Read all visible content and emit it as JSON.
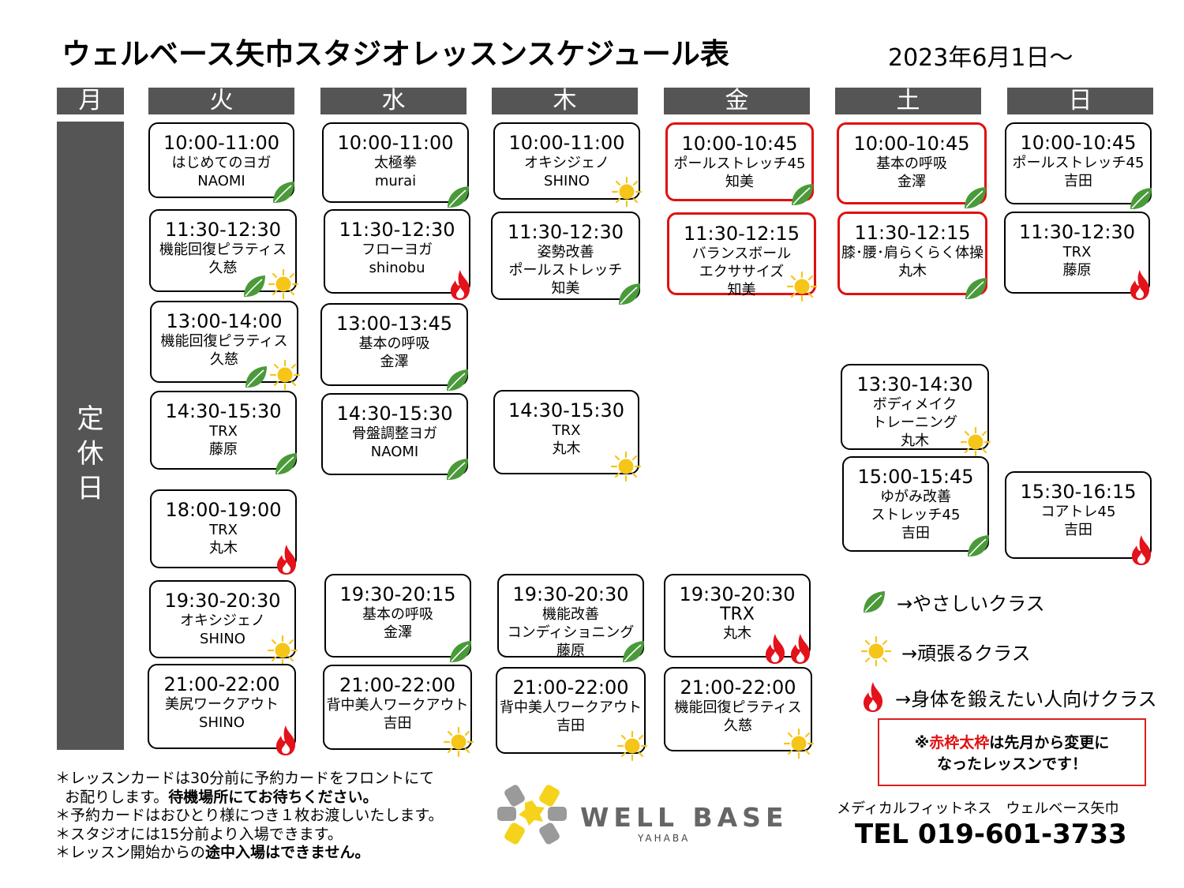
{
  "title": "ウェルベース矢巾スタジオレッスンスケジュール表",
  "date": "2023年6月1日～",
  "days": [
    "月",
    "火",
    "水",
    "木",
    "金",
    "土",
    "日"
  ],
  "closed_label": "定休日",
  "colors": {
    "day_bg": "#555555",
    "red_frame": "#e01010",
    "leaf": "#4a9a3a",
    "sun": "#f5c518",
    "flame": "#e3121b"
  },
  "cards": [
    {
      "time": "10:00-11:00",
      "lines": [
        "はじめてのヨガ",
        "NAOMI"
      ],
      "icons": [
        "leaf"
      ],
      "changed": false
    },
    {
      "time": "11:30-12:30",
      "lines": [
        "機能回復ピラティス",
        "久慈"
      ],
      "icons": [
        "leaf",
        "sun"
      ],
      "changed": false
    },
    {
      "time": "13:00-14:00",
      "lines": [
        "機能回復ピラティス",
        "久慈"
      ],
      "icons": [
        "leaf",
        "sun"
      ],
      "changed": false
    },
    {
      "time": "14:30-15:30",
      "lines": [
        "TRX",
        "藤原"
      ],
      "icons": [
        "leaf"
      ],
      "changed": false
    },
    {
      "time": "18:00-19:00",
      "lines": [
        "TRX",
        "丸木"
      ],
      "icons": [
        "flame"
      ],
      "changed": false
    },
    {
      "time": "19:30-20:30",
      "lines": [
        "オキシジェノ",
        "SHINO"
      ],
      "icons": [
        "sun"
      ],
      "changed": false
    },
    {
      "time": "21:00-22:00",
      "lines": [
        "美尻ワークアウト",
        "SHINO"
      ],
      "icons": [
        "flame"
      ],
      "changed": false
    },
    {
      "time": "10:00-11:00",
      "lines": [
        "太極拳",
        "murai"
      ],
      "icons": [
        "leaf"
      ],
      "changed": false
    },
    {
      "time": "11:30-12:30",
      "lines": [
        "フローヨガ",
        "shinobu"
      ],
      "icons": [
        "flame"
      ],
      "changed": false
    },
    {
      "time": "13:00-13:45",
      "lines": [
        "基本の呼吸",
        "金澤"
      ],
      "icons": [
        "leaf"
      ],
      "changed": false
    },
    {
      "time": "14:30-15:30",
      "lines": [
        "骨盤調整ヨガ",
        "NAOMI"
      ],
      "icons": [
        "leaf"
      ],
      "changed": false
    },
    {
      "time": "19:30-20:15",
      "lines": [
        "基本の呼吸",
        "金澤"
      ],
      "icons": [
        "leaf"
      ],
      "changed": false
    },
    {
      "time": "21:00-22:00",
      "lines": [
        "背中美人ワークアウト",
        "吉田"
      ],
      "icons": [
        "sun"
      ],
      "changed": false
    },
    {
      "time": "10:00-11:00",
      "lines": [
        "オキシジェノ",
        "SHINO"
      ],
      "icons": [
        "sun"
      ],
      "changed": false
    },
    {
      "time": "11:30-12:30",
      "lines": [
        "姿勢改善",
        "ポールストレッチ",
        "知美"
      ],
      "icons": [
        "leaf"
      ],
      "changed": false
    },
    {
      "time": "14:30-15:30",
      "lines": [
        "TRX",
        "丸木"
      ],
      "icons": [
        "sun"
      ],
      "changed": false
    },
    {
      "time": "19:30-20:30",
      "lines": [
        "機能改善",
        "コンディショニング",
        "藤原"
      ],
      "icons": [
        "leaf"
      ],
      "changed": false
    },
    {
      "time": "21:00-22:00",
      "lines": [
        "背中美人ワークアウト",
        "吉田"
      ],
      "icons": [
        "sun"
      ],
      "changed": false
    },
    {
      "time": "10:00-10:45",
      "lines": [
        "ポールストレッチ45",
        "知美"
      ],
      "icons": [
        "leaf"
      ],
      "changed": true
    },
    {
      "time": "11:30-12:15",
      "lines": [
        "バランスボール",
        "エクササイズ",
        "知美"
      ],
      "icons": [
        "sun"
      ],
      "changed": true
    },
    {
      "time": "19:30-20:30",
      "lines": [
        "TRX",
        "丸木"
      ],
      "icons": [
        "flame",
        "flame"
      ],
      "changed": false
    },
    {
      "time": "21:00-22:00",
      "lines": [
        "機能回復ピラティス",
        "久慈"
      ],
      "icons": [
        "sun"
      ],
      "changed": false
    },
    {
      "time": "10:00-10:45",
      "lines": [
        "基本の呼吸",
        "金澤"
      ],
      "icons": [
        "leaf"
      ],
      "changed": true
    },
    {
      "time": "11:30-12:15",
      "lines": [
        "膝･腰･肩らくらく体操",
        "丸木"
      ],
      "icons": [
        "leaf"
      ],
      "changed": true
    },
    {
      "time": "13:30-14:30",
      "lines": [
        "ボディメイク",
        "トレーニング",
        "丸木"
      ],
      "icons": [
        "sun"
      ],
      "changed": false
    },
    {
      "time": "15:00-15:45",
      "lines": [
        "ゆがみ改善",
        "ストレッチ45",
        "吉田"
      ],
      "icons": [
        "leaf"
      ],
      "changed": false
    },
    {
      "time": "10:00-10:45",
      "lines": [
        "ポールストレッチ45",
        "吉田"
      ],
      "icons": [
        "leaf"
      ],
      "changed": false
    },
    {
      "time": "11:30-12:30",
      "lines": [
        "TRX",
        "藤原"
      ],
      "icons": [
        "flame"
      ],
      "changed": false
    },
    {
      "time": "15:30-16:15",
      "lines": [
        "コアトレ45",
        "吉田"
      ],
      "icons": [
        "flame"
      ],
      "changed": false
    }
  ],
  "legend": [
    {
      "icon": "leaf",
      "label": "→やさしいクラス"
    },
    {
      "icon": "sun",
      "label": "→頑張るクラス"
    },
    {
      "icon": "flame",
      "label": "→身体を鍛えたい人向けクラス"
    }
  ],
  "notice": {
    "pre": "※",
    "red": "赤枠太枠",
    "mid": "は先月から変更に",
    "line2": "なったレッスンです！"
  },
  "notes": {
    "n1a": "＊レッスンカードは30分前に予約カードをフロントにて",
    "n1b": "お配りします。",
    "n1c": "待機場所にてお待ちください。",
    "n2": "＊予約カードはおひとり様につき１枚お渡しいたします。",
    "n3": "＊スタジオには15分前より入場できます。",
    "n4a": "＊レッスン開始からの",
    "n4b": "途中入場はできません。"
  },
  "brand": {
    "name": "WELL BASE",
    "sub": "YAHABA"
  },
  "footer": {
    "gym": "メディカルフィットネス　ウェルベース矢巾",
    "tel": "TEL 019-601-3733"
  }
}
